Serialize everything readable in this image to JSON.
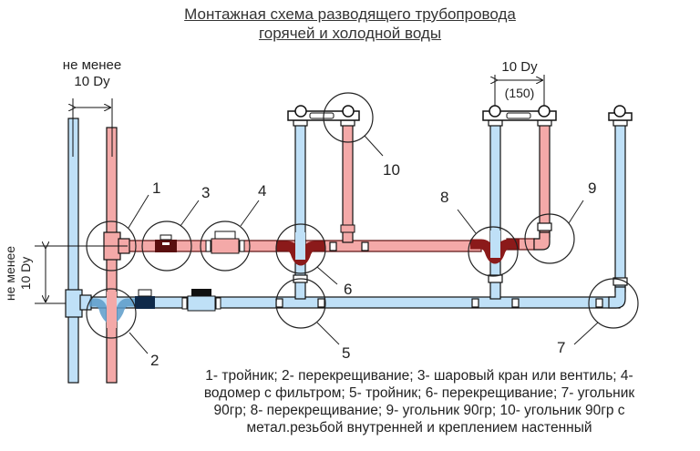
{
  "title": {
    "line1": "Монтажная схема разводящего трубопровода",
    "line2": "горячей и холодной воды"
  },
  "colors": {
    "cold_pipe": "#bfe0f7",
    "hot_pipe": "#f4a9a8",
    "hot_crossing": "#8b1a1a",
    "outline": "#111111"
  },
  "dimensions": {
    "left_top": {
      "line1": "не менее",
      "line2": "10 Dy"
    },
    "left_vertical": {
      "line1": "не менее",
      "line2": "10 Dy"
    },
    "right_top": {
      "line1": "10 Dy",
      "line2": "(150)"
    }
  },
  "callouts": [
    "1",
    "2",
    "3",
    "4",
    "5",
    "6",
    "7",
    "8",
    "9",
    "10"
  ],
  "legend": {
    "lines": [
      "1- тройник; 2- перекрещивание; 3- шаровый кран или вентиль; 4-",
      "водомер с фильтром; 5- тройник; 6- перекрещивание; 7- угольник",
      "90гр; 8- перекрещивание; 9- угольник 90гр; 10- угольник 90гр с",
      "метал.резьбой внутренней и креплением  настенный"
    ]
  }
}
